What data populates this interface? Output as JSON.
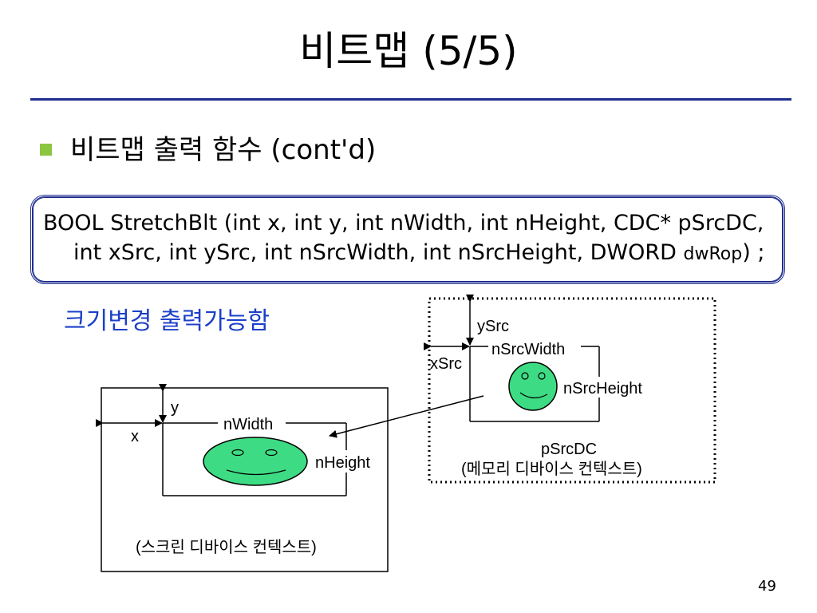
{
  "slide": {
    "title": "비트맵 (5/5)",
    "bullet": "비트맵 출력 함수 (cont'd)",
    "page_number": "49",
    "colors": {
      "rule": "#1f2d8f",
      "bullet": "#8ac63f",
      "label": "#1c3fc9",
      "face": "#3ddc84"
    }
  },
  "code": {
    "line1": "BOOL StretchBlt (int x, int y, int nWidth, int nHeight, CDC* pSrcDC,",
    "line2_main": "int xSrc, int ySrc, int nSrcWidth, int nSrcHeight, DWORD ",
    "line2_small": "dwRop",
    "line2_end": ") ;"
  },
  "note": "크기변경 출력가능함",
  "diagram": {
    "src": {
      "ysrc": "ySrc",
      "xsrc": "xSrc",
      "width": "nSrcWidth",
      "height": "nSrcHeight",
      "dc": "pSrcDC",
      "caption": "(메모리 디바이스 컨텍스트)"
    },
    "dst": {
      "y": "y",
      "x": "x",
      "width": "nWidth",
      "height": "nHeight",
      "caption": "(스크린 디바이스 컨텍스트)"
    }
  }
}
